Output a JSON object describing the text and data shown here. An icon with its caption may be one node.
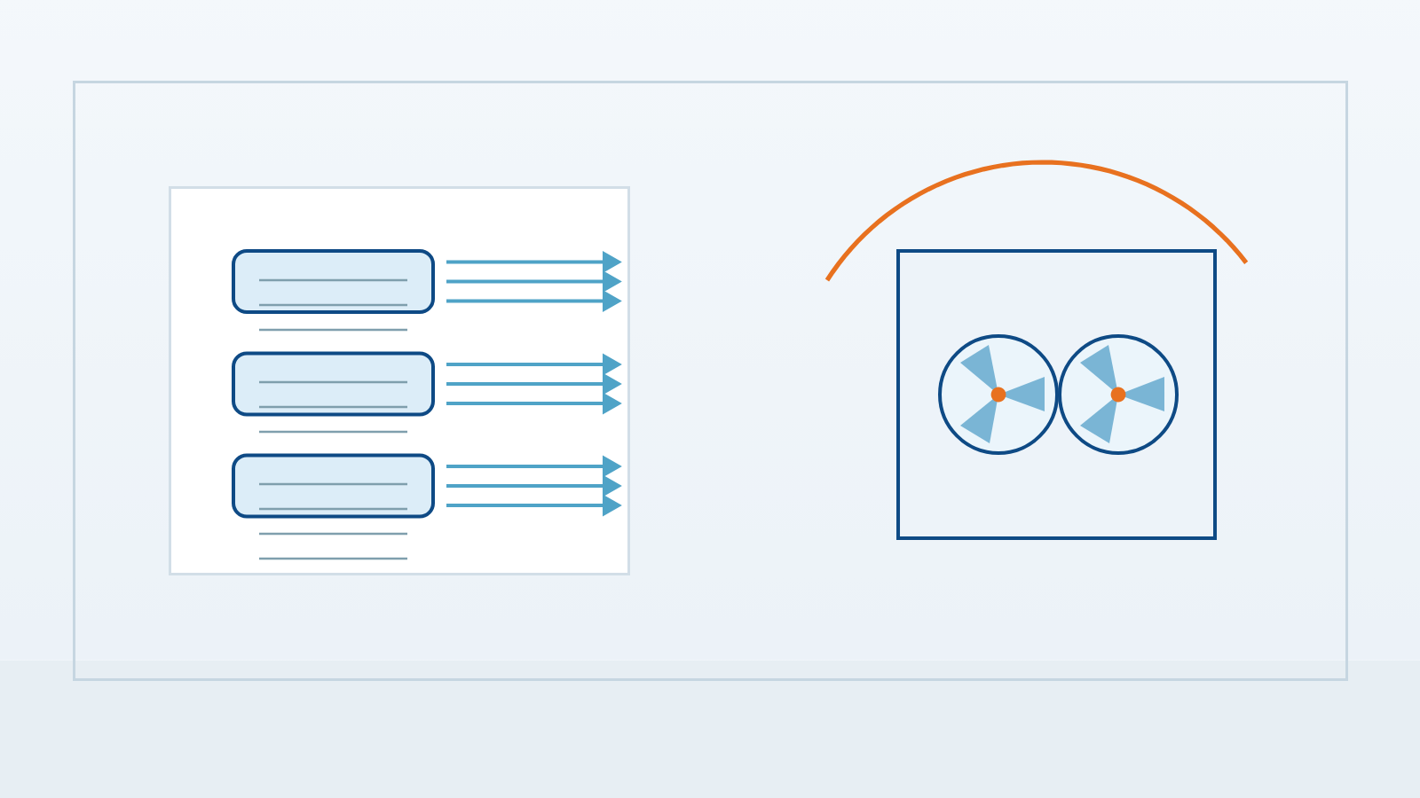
{
  "diagram": {
    "nodes": [
      {
        "text": [],
        "shape": "box"
      },
      {
        "text": [],
        "shape": "box"
      },
      {
        "text": [],
        "shape": "box"
      }
    ],
    "edges": [
      {
        "from": 0,
        "to": null,
        "arrow": "to"
      },
      {
        "from": 0,
        "to": null,
        "arrow": "to"
      },
      {
        "from": 0,
        "to": null,
        "arrow": "to"
      },
      {
        "from": 1,
        "to": null,
        "arrow": "to"
      },
      {
        "from": 1,
        "to": null,
        "arrow": "to"
      },
      {
        "from": 1,
        "to": null,
        "arrow": "to"
      },
      {
        "from": 2,
        "to": null,
        "arrow": "to"
      },
      {
        "from": 2,
        "to": null,
        "arrow": "to"
      },
      {
        "from": 2,
        "to": null,
        "arrow": "to"
      }
    ]
  }
}
